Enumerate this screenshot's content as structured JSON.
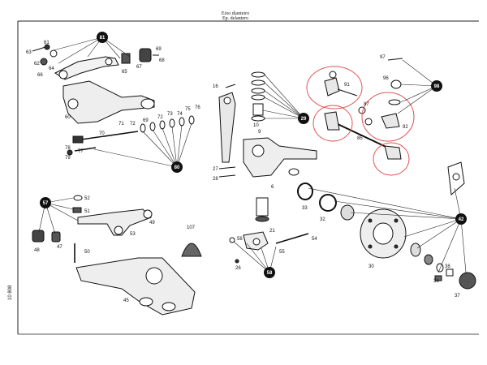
{
  "header": {
    "line1": "Eixo dianteiro",
    "line2": "Ep. delantero"
  },
  "side_code": "10 808",
  "callouts": [
    {
      "id": "81",
      "label": "81"
    },
    {
      "id": "80",
      "label": "80"
    },
    {
      "id": "29",
      "label": "29"
    },
    {
      "id": "98",
      "label": "98"
    },
    {
      "id": "57",
      "label": "57"
    },
    {
      "id": "58",
      "label": "58"
    },
    {
      "id": "42",
      "label": "42"
    }
  ],
  "part_labels": {
    "p61": "61",
    "p62": "62",
    "p63": "63",
    "p64": "64",
    "p65": "65",
    "p66": "66",
    "p67": "67",
    "p68": "68",
    "p69": "69",
    "p60": "60",
    "p70": "70",
    "p71": "71",
    "p72": "72",
    "p73": "73",
    "p74": "74",
    "p75": "75",
    "p76": "76",
    "p77": "77",
    "p78": "78",
    "p79": "79",
    "p16": "16",
    "p10": "10",
    "p9": "9",
    "p27": "27",
    "p28": "28",
    "p6": "6",
    "p91": "91",
    "p97": "97",
    "p96": "96",
    "p87": "87",
    "p92": "92",
    "p85": "85",
    "p52": "52",
    "p51": "51",
    "p53": "53",
    "p49": "49",
    "p48": "48",
    "p47": "47",
    "p50": "50",
    "p45": "45",
    "p107": "107",
    "p33": "33",
    "p32": "32",
    "p21": "21",
    "p54": "54",
    "p56": "56",
    "p55": "55",
    "p26": "26",
    "p30": "30",
    "p36": "36",
    "p37": "37",
    "p38": "38"
  }
}
